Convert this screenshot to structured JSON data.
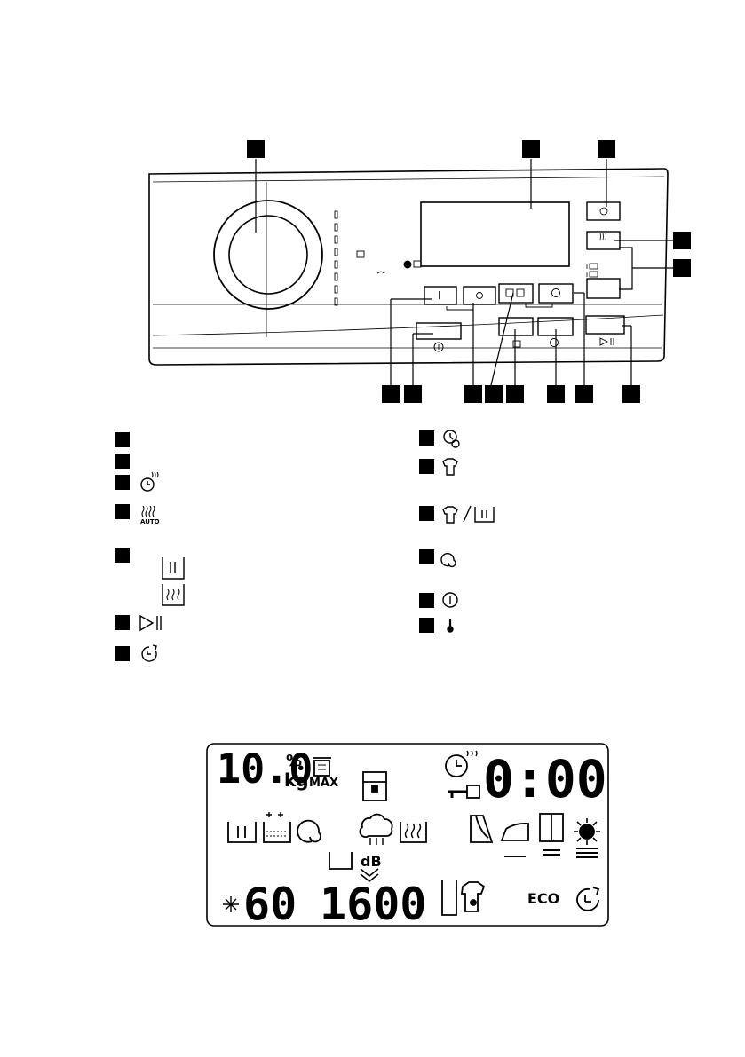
{
  "panel_callouts": [
    {
      "id": "1",
      "icon": "program-knob"
    },
    {
      "id": "2",
      "icon": "display"
    },
    {
      "id": "3",
      "icon": "time-dry-icon"
    },
    {
      "id": "4",
      "icon": "auto-dry-icon"
    },
    {
      "id": "5",
      "icon": "dry-level-icons"
    },
    {
      "id": "6",
      "icon": "start-pause-icon"
    },
    {
      "id": "7",
      "icon": "delay-start-icon"
    },
    {
      "id": "8",
      "icon": "time-manager-icon"
    },
    {
      "id": "9",
      "icon": "stain-icon"
    },
    {
      "id": "10",
      "icon": "prewash-extra-rinse-icon"
    },
    {
      "id": "11",
      "icon": "spin-icon"
    },
    {
      "id": "12",
      "icon": "on-off-icon"
    },
    {
      "id": "13",
      "icon": "temperature-icon"
    }
  ],
  "legend": {
    "left": [
      {
        "icon": "none"
      },
      {
        "icon": "none"
      },
      {
        "icon": "time-dry-icon"
      },
      {
        "icon": "auto-dry-icon",
        "text": "AUTO"
      },
      {
        "icon": "none",
        "sub_icons": [
          "cupboard-dry-icon",
          "extra-dry-icon"
        ]
      },
      {
        "icon": "start-pause-icon"
      },
      {
        "icon": "delay-start-icon"
      }
    ],
    "right": [
      {
        "icon": "time-manager-icon"
      },
      {
        "icon": "stain-icon"
      },
      {
        "icon": "prewash-extra-rinse-icon"
      },
      {
        "icon": "spin-icon"
      },
      {
        "icon": "on-off-icon"
      },
      {
        "icon": "temperature-icon"
      }
    ]
  },
  "display": {
    "load_value": "10.0",
    "percent": "%",
    "kg": "kg",
    "max": "MAX",
    "time_value": "0:00",
    "temp_value": "60",
    "spin_value": "1600",
    "db": "dB",
    "eco": "ECO"
  }
}
